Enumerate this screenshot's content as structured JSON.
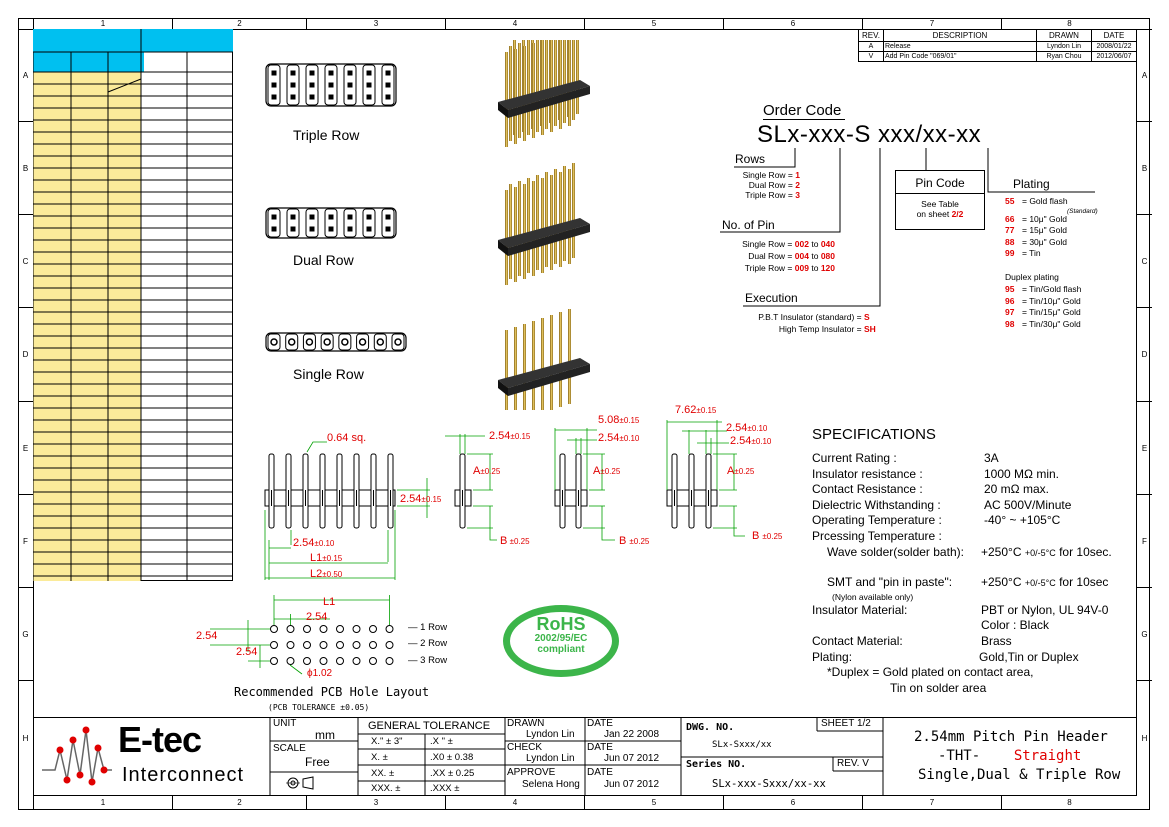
{
  "zones": {
    "columns": [
      "1",
      "2",
      "3",
      "4",
      "5",
      "6",
      "7",
      "8"
    ],
    "rows": [
      "A",
      "B",
      "C",
      "D",
      "E",
      "F",
      "G",
      "H"
    ]
  },
  "revision_table": {
    "headers": [
      "REV.",
      "DESCRIPTION",
      "DRAWN",
      "DATE"
    ],
    "rows": [
      [
        "A",
        "Release",
        "Lyndon Lin",
        "2008/01/22"
      ],
      [
        "V",
        "Add Pin Code \"069/01\"",
        "Ryan Chou",
        "2012/06/07"
      ]
    ]
  },
  "views": {
    "triple": "Triple Row",
    "dual": "Dual Row",
    "single": "Single Row"
  },
  "order_code": {
    "title": "Order Code",
    "code": "SLx-xxx-S xxx/xx-xx",
    "rows_title": "Rows",
    "rows": [
      {
        "label": "Single Row  =",
        "value": "1"
      },
      {
        "label": "Dual Row  =",
        "value": "2"
      },
      {
        "label": "Triple Row  =",
        "value": "3"
      }
    ],
    "pins_title": "No. of Pin",
    "pins": [
      {
        "label": "Single Row =",
        "from": "002",
        "to": "040"
      },
      {
        "label": "Dual Row =",
        "from": "004",
        "to": "080"
      },
      {
        "label": "Triple Row =",
        "from": "009",
        "to": "120"
      }
    ],
    "pins_sep": "to",
    "execution_title": "Execution",
    "execution": [
      {
        "label": "P.B.T Insulator (standard) =",
        "value": "S"
      },
      {
        "label": "High Temp  Insulator =",
        "value": "SH"
      }
    ],
    "pin_code_title": "Pin Code",
    "pin_code_text1": "See Table",
    "pin_code_text2": "on sheet",
    "pin_code_sheet": "2/2",
    "plating_title": "Plating",
    "plating": [
      {
        "code": "55",
        "desc": "= Gold flash"
      },
      {
        "code": "66",
        "desc": "= 10μ\" Gold"
      },
      {
        "code": "77",
        "desc": "= 15μ\" Gold"
      },
      {
        "code": "88",
        "desc": "= 30μ\" Gold"
      },
      {
        "code": "99",
        "desc": "= Tin"
      }
    ],
    "plating_standard": "(Standard)",
    "duplex_title": "Duplex plating",
    "duplex": [
      {
        "code": "95",
        "desc": "= Tin/Gold flash"
      },
      {
        "code": "96",
        "desc": "= Tin/10μ\" Gold"
      },
      {
        "code": "97",
        "desc": "= Tin/15μ\" Gold"
      },
      {
        "code": "98",
        "desc": "= Tin/30μ\" Gold"
      }
    ]
  },
  "dimensions": {
    "sq": "0.64 sq.",
    "pitch_a": "2.54",
    "tol_a": "±0.15",
    "pitch_b": "2.54",
    "tol_b": "±0.10",
    "l1": "L1",
    "tol_l1": "±0.15",
    "l2": "L2",
    "tol_l2": "±0.50",
    "a": "A",
    "tol_ab": "±0.25",
    "b": "B",
    "dual_w": "5.08",
    "triple_w": "7.62",
    "h": "2.54",
    "tol_h": "±0.15"
  },
  "pcb": {
    "l1": "L1",
    "p1": "2.54",
    "p2": "2.54",
    "p3": "2.54",
    "row1": "1 Row",
    "row2": "2 Row",
    "row3": "3 Row",
    "hole": "ϕ1.02",
    "title": "Recommended PCB Hole Layout",
    "tolerance": "(PCB TOLERANCE   ±0.05)"
  },
  "rohs": {
    "title": "RoHS",
    "directive": "2002/95/EC",
    "compliant": "compliant"
  },
  "specs": {
    "title": "SPECIFICATIONS",
    "items": [
      {
        "label": "Current Rating :",
        "value": "3A"
      },
      {
        "label": "Insulator resistance :",
        "value": "1000 MΩ min."
      },
      {
        "label": "Contact Resistance :",
        "value": "20 mΩ max."
      },
      {
        "label": "Dielectric Withstanding :",
        "value": "AC 500V/Minute"
      },
      {
        "label": "Operating Temperature :",
        "value": "-40° ~ +105°C"
      }
    ],
    "processing": "Prcessing Temperature :",
    "wave": "Wave solder(solder bath):",
    "wave_val": "+250°C",
    "tol_temp": "+0/-5°C",
    "for10": "for 10sec.",
    "smt": "SMT and \"pin in paste\":",
    "smt_val": "+250°C",
    "for10b": "for 10sec",
    "nylon_note": "(Nylon available only)",
    "ins_mat": "Insulator Material:",
    "ins_mat_val": "PBT or Nylon, UL 94V-0",
    "color": "Color : Black",
    "contact": "Contact Material:",
    "contact_val": "Brass",
    "plating": "Plating:",
    "plating_val": "Gold,Tin or Duplex",
    "duplex1": "*Duplex = Gold plated on contact area,",
    "duplex2": "Tin on solder area"
  },
  "title_block": {
    "company1": "E-tec",
    "company2": "Interconnect",
    "unit_label": "UNIT",
    "unit": "mm",
    "scale_label": "SCALE",
    "scale": "Free",
    "gen_tol": "GENERAL TOLERANCE",
    "tol": [
      [
        "X.\"   ±  3\"",
        ".X \"  ±"
      ],
      [
        "X.   ±",
        ".X0   ± 0.38"
      ],
      [
        "XX.   ±",
        ".XX   ± 0.25"
      ],
      [
        "XXX.  ±",
        ".XXX ±"
      ]
    ],
    "drawn_label": "DRAWN",
    "drawn": "Lyndon Lin",
    "check_label": "CHECK",
    "check": "Lyndon Lin",
    "approve_label": "APPROVE",
    "approve": "Selena Hong",
    "date_label": "DATE",
    "date1": "Jan  22  2008",
    "date2": "Jun  07  2012",
    "date3": "Jun  07  2012",
    "dwg_label": "DWG. NO.",
    "sheet": "SHEET 1/2",
    "dwg": "SLx-Sxxx/xx",
    "series_label": "Series NO.",
    "rev": "REV. V",
    "series": "SLx-xxx-Sxxx/xx-xx",
    "title1": "2.54mm  Pitch  Pin  Header",
    "title2a": "-THT-",
    "title2b": "Straight",
    "title3": "Single,Dual & Triple Row"
  }
}
